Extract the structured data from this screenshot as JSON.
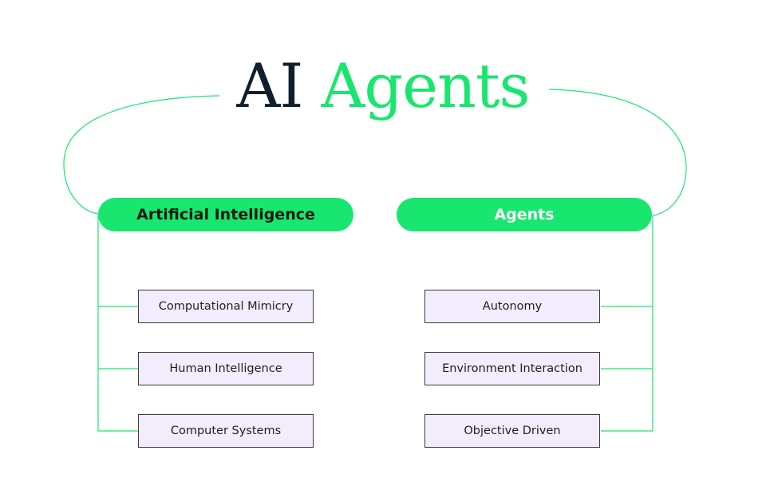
{
  "colors": {
    "accent": "#19e66e",
    "title_dark": "#0f1f2c",
    "box_fill": "#f3ecfd",
    "box_border": "#3a3a3a"
  },
  "title": {
    "part1": "AI",
    "part2": "Agents"
  },
  "left_branch": {
    "heading": "Artificial Intelligence",
    "items": [
      "Computational Mimicry",
      "Human Intelligence",
      "Computer Systems"
    ]
  },
  "right_branch": {
    "heading": "Agents",
    "items": [
      "Autonomy",
      "Environment Interaction",
      "Objective Driven"
    ]
  }
}
